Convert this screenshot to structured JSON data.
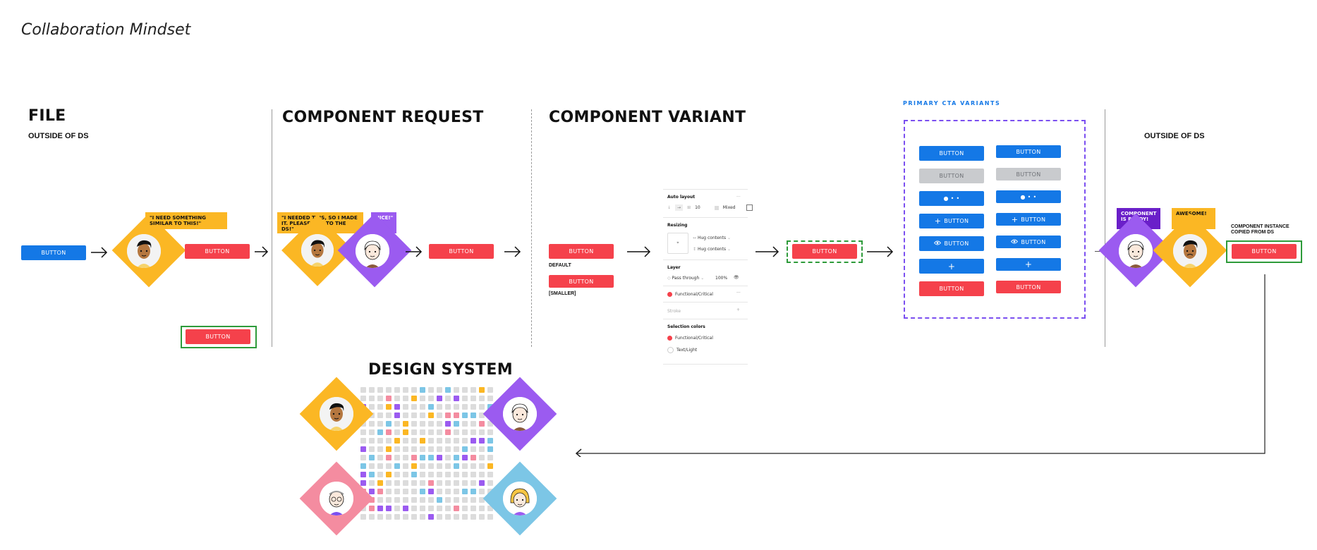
{
  "page": {
    "title": "Collaboration Mindset"
  },
  "sections": {
    "file": {
      "title": "FILE",
      "subtitle": "OUTSIDE OF DS"
    },
    "request": {
      "title": "COMPONENT REQUEST"
    },
    "variant": {
      "title": "COMPONENT VARIANT",
      "default_label": "DEFAULT",
      "smaller_label": "[SMALLER]"
    },
    "primary": {
      "title": "PRIMARY CTA VARIANTS"
    },
    "outside": {
      "subtitle": "OUTSIDE OF DS",
      "instance_note": "COMPONENT INSTANCE COPIED FROM DS"
    },
    "design_system": {
      "title": "DESIGN SYSTEM"
    }
  },
  "button_label": "BUTTON",
  "plus_glyph": "+",
  "dots_glyph": "● • •",
  "bubbles": {
    "need_similar": "\"I NEED SOMETHING SIMILAR TO THIS!\"",
    "needed_this": "\"I NEEDED THIS, SO I MADE IT. PLEASE ADD TO THE DS!\"",
    "nice": "NICE!\"",
    "component_ready": "COMPONENT IS READY!",
    "awesome": "AWESOME!"
  },
  "inspector": {
    "auto_layout": "Auto layout",
    "spacing_value": "10",
    "padding_value": "Mixed",
    "resizing": "Resizing",
    "hug_contents_1": "Hug contents",
    "hug_contents_2": "Hug contents",
    "layer": "Layer",
    "blend_mode": "Pass through",
    "opacity": "100%",
    "fill_style": "Functional/Critical",
    "stroke": "Stroke",
    "selection_colors": "Selection colors",
    "selection_1": "Functional/Critical",
    "selection_2": "Text/Light"
  },
  "colors": {
    "blue": "#1478e6",
    "red": "#f5414b",
    "gray": "#c9cbce",
    "yellow": "#fbb724",
    "purple": "#9b5bf0",
    "pink": "#f48ca0",
    "light_blue": "#7cc6e6",
    "green_outline": "#2e9b3a",
    "dashed_purple": "#7b4ff0"
  },
  "icons": [
    "arrow-right-icon",
    "eye-icon",
    "plus-icon",
    "avatar-icon"
  ]
}
